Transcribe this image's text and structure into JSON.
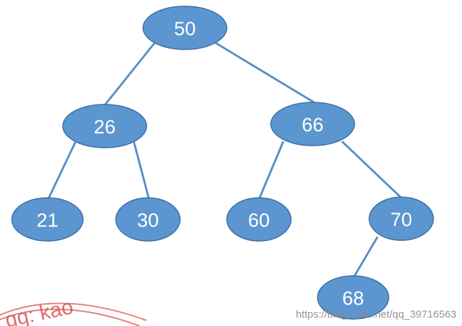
{
  "tree": {
    "nodes": [
      {
        "id": "n50",
        "label": "50"
      },
      {
        "id": "n26",
        "label": "26"
      },
      {
        "id": "n66",
        "label": "66"
      },
      {
        "id": "n21",
        "label": "21"
      },
      {
        "id": "n30",
        "label": "30"
      },
      {
        "id": "n60",
        "label": "60"
      },
      {
        "id": "n70",
        "label": "70"
      },
      {
        "id": "n68",
        "label": "68"
      }
    ],
    "edges": [
      {
        "from": "n50",
        "to": "n26"
      },
      {
        "from": "n50",
        "to": "n66"
      },
      {
        "from": "n26",
        "to": "n21"
      },
      {
        "from": "n26",
        "to": "n30"
      },
      {
        "from": "n66",
        "to": "n60"
      },
      {
        "from": "n66",
        "to": "n70"
      },
      {
        "from": "n70",
        "to": "n68"
      }
    ]
  },
  "stamp": {
    "text": "qq: kao"
  },
  "watermark": {
    "text": "https://blog.csdn.net/qq_39716563"
  },
  "colors": {
    "node_fill": "#5b96d0",
    "edge": "#5b8fc7",
    "stamp": "#d94b4b"
  }
}
